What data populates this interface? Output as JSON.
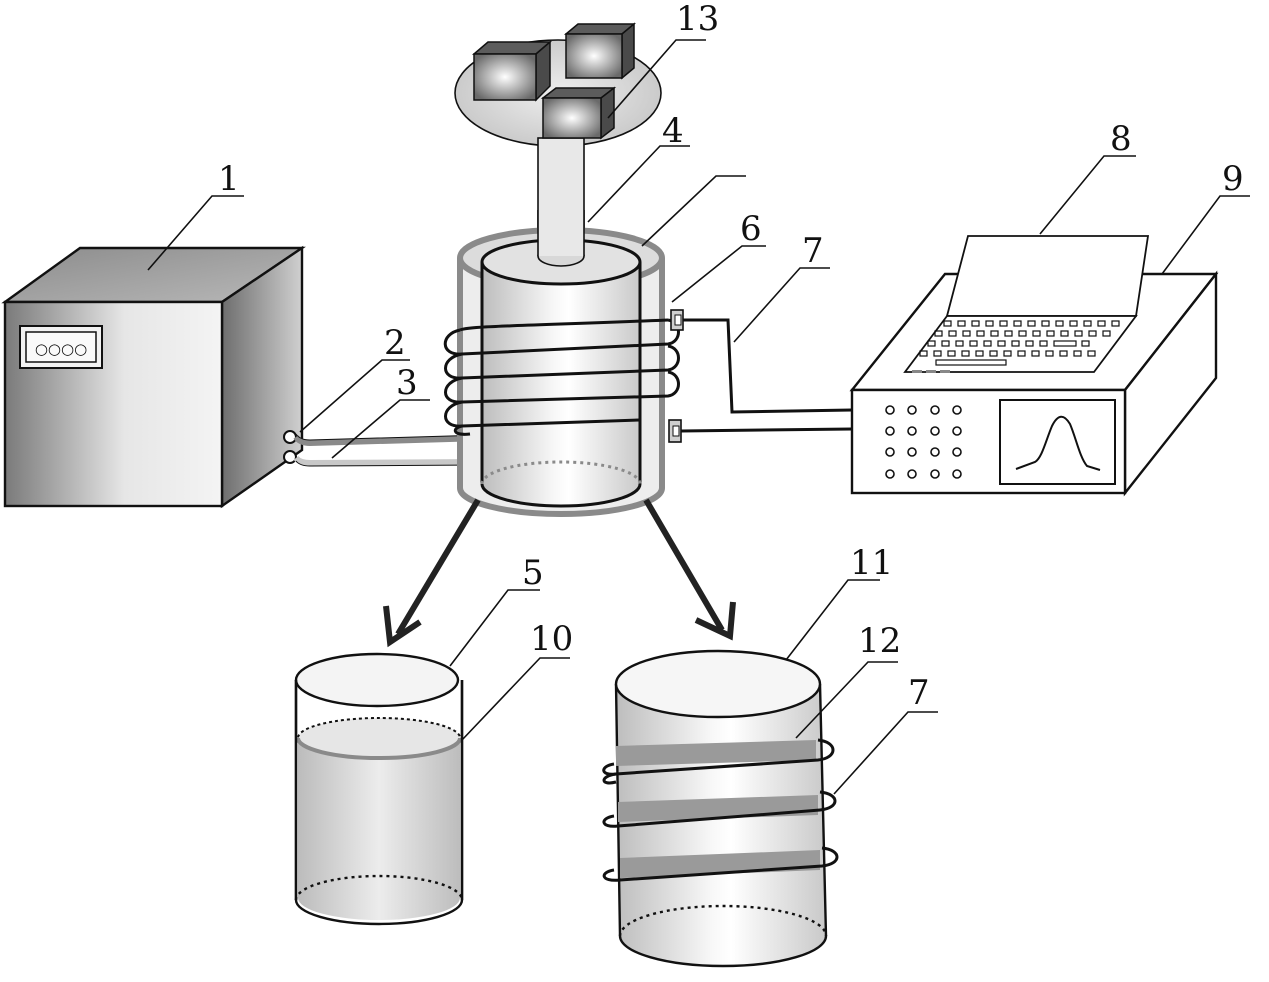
{
  "callouts": {
    "c1": "1",
    "c2": "2",
    "c3": "3",
    "c4": "4",
    "c5": "5",
    "c6": "6",
    "c7a": "7",
    "c7b": "7",
    "c8": "8",
    "c9": "9",
    "c10": "10",
    "c11": "11",
    "c12": "12",
    "c13": "13"
  },
  "indicator_dots": "○○○○",
  "colors": {
    "line": "#111111",
    "tube_light": "#c8c8c8",
    "tube_dark": "#8a8a8a",
    "band": "#9a9a9a"
  }
}
